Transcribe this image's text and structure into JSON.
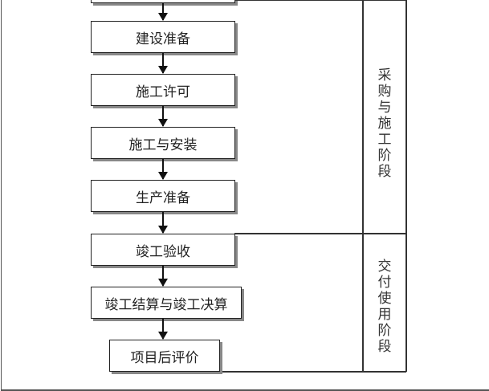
{
  "steps": [
    "建设准备",
    "施工许可",
    "施工与安装",
    "生产准备",
    "竣工验收",
    "竣工结算与竣工决算",
    "项目后评价"
  ],
  "phases": {
    "construction": "采购与施工阶段",
    "delivery": "交付使用阶段"
  }
}
